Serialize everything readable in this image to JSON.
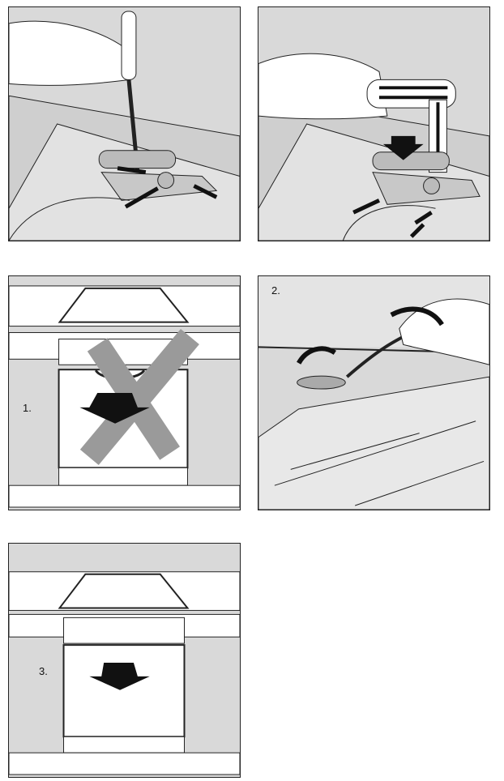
{
  "panels": [
    {
      "id": "remove-cover-screwdriver",
      "label": ""
    },
    {
      "id": "remove-cover-tool",
      "label": ""
    },
    {
      "id": "step-1",
      "label": "1."
    },
    {
      "id": "step-2",
      "label": "2."
    },
    {
      "id": "step-3",
      "label": "3."
    }
  ],
  "colors": {
    "shade": "#d9d9d9",
    "cross": "#9a9a9a",
    "ink": "#111111"
  }
}
